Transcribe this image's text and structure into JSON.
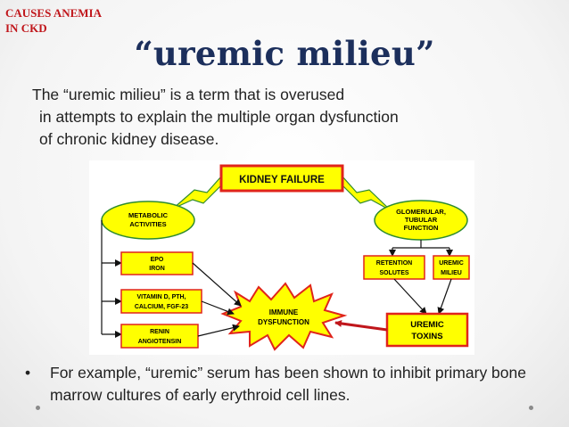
{
  "corner_tag": {
    "line1": "CAUSES ANEMIA",
    "line2": "IN CKD"
  },
  "slide": {
    "title": "“uremic milieu”",
    "paragraph": {
      "line1": "The “uremic milieu” is a term that is overused",
      "line2": "in attempts to explain the multiple organ dysfunction",
      "line3": "of chronic kidney disease."
    },
    "bullet": {
      "marker": "•",
      "text": "For example, “uremic” serum has been shown to inhibit primary bone marrow cultures of early erythroid cell lines."
    }
  },
  "diagram": {
    "kidney_failure": "KIDNEY FAILURE",
    "metabolic": {
      "line1": "METABOLIC",
      "line2": "ACTIVITIES"
    },
    "glomerular": {
      "line1": "GLOMERULAR,",
      "line2": "TUBULAR",
      "line3": "FUNCTION"
    },
    "epo": {
      "line1": "EPO",
      "line2": "IRON"
    },
    "vitamin": {
      "line1": "VITAMIN D, PTH,",
      "line2": "CALCIUM, FGF-23"
    },
    "renin": {
      "line1": "RENIN",
      "line2": "ANGIOTENSIN"
    },
    "retention": {
      "line1": "RETENTION",
      "line2": "SOLUTES"
    },
    "uremic_milieu": {
      "line1": "UREMIC",
      "line2": "MILIEU"
    },
    "immune": {
      "line1": "IMMUNE",
      "line2": "DYSFUNCTION"
    },
    "uremic_toxins": {
      "line1": "UREMIC",
      "line2": "TOXINS"
    },
    "colors": {
      "yellow": "#ffff00",
      "red": "#e0241b",
      "green": "#2e8b2e",
      "dark_red": "#b3121b",
      "title_navy": "#1c2f5c"
    }
  }
}
